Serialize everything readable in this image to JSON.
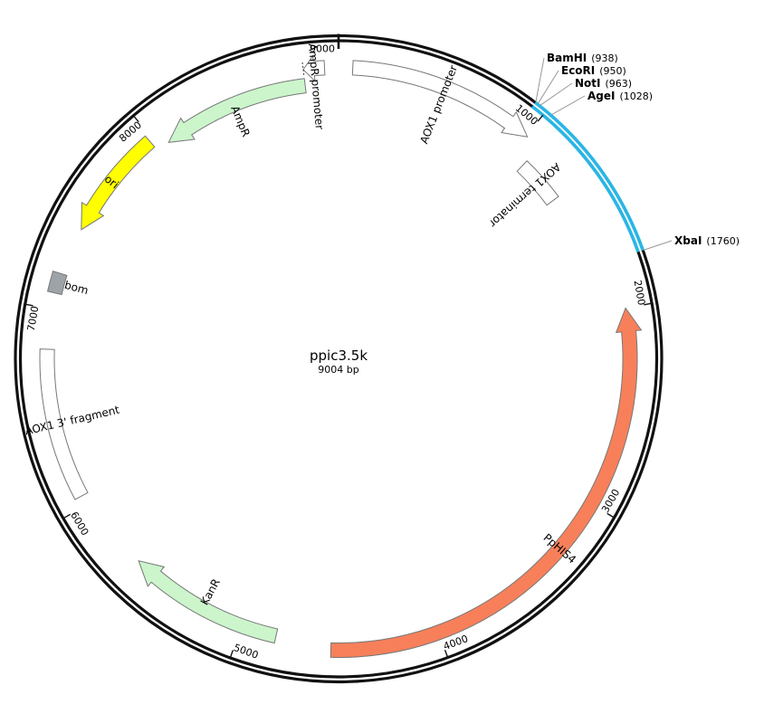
{
  "plasmid": {
    "name": "ppic3.5k",
    "size_label": "9004 bp",
    "length": 9004
  },
  "ticks": [
    {
      "pos": 0,
      "label": "9000"
    },
    {
      "pos": 1000,
      "label": "1000"
    },
    {
      "pos": 2000,
      "label": "2000"
    },
    {
      "pos": 3000,
      "label": "3000"
    },
    {
      "pos": 4000,
      "label": "4000"
    },
    {
      "pos": 5000,
      "label": "5000"
    },
    {
      "pos": 6000,
      "label": "6000"
    },
    {
      "pos": 7000,
      "label": "7000"
    },
    {
      "pos": 8000,
      "label": "8000"
    }
  ],
  "mcs": {
    "start": 938,
    "end": 1760,
    "color": "#29b6e6"
  },
  "features": [
    {
      "id": "aox1-promoter",
      "label": "AOX1 promoter",
      "start": 70,
      "end": 1010,
      "dir": 1,
      "color": "#ffffff"
    },
    {
      "id": "aox1-terminator",
      "label": "AOX1 terminator",
      "start": 1090,
      "end": 1340,
      "dir": 0,
      "color": "#ffffff"
    },
    {
      "id": "pphis4",
      "label": "PpHIS4",
      "start": 2000,
      "end": 4540,
      "dir": -1,
      "color": "#f7805a"
    },
    {
      "id": "kanr",
      "label": "KanR",
      "start": 4820,
      "end": 5620,
      "dir": 1,
      "color": "#ccf5cc"
    },
    {
      "id": "aox1-3-fragment",
      "label": "AOX1 3' fragment",
      "start": 6050,
      "end": 6800,
      "dir": 0,
      "color": "#ffffff"
    },
    {
      "id": "bom",
      "label": "bom",
      "start": 7080,
      "end": 7180,
      "dir": 0,
      "color": "#9ea3a8"
    },
    {
      "id": "ori",
      "label": "ori",
      "start": 7420,
      "end": 7980,
      "dir": -1,
      "color": "#ffff00"
    },
    {
      "id": "ampr",
      "label": "AmpR",
      "start": 8050,
      "end": 8830,
      "dir": -1,
      "color": "#ccf5cc"
    },
    {
      "id": "ampr-promoter",
      "label": "AmpR promoter",
      "start": 8830,
      "end": 8935,
      "dir": -1,
      "color": "#ffffff"
    }
  ],
  "sites": [
    {
      "name": "BamHI",
      "pos_label": "(938)",
      "pos": 938
    },
    {
      "name": "EcoRI",
      "pos_label": "(950)",
      "pos": 950
    },
    {
      "name": "NotI",
      "pos_label": "(963)",
      "pos": 963
    },
    {
      "name": "AgeI",
      "pos_label": "(1028)",
      "pos": 1028
    },
    {
      "name": "XbaI",
      "pos_label": "(1760)",
      "pos": 1760
    }
  ]
}
